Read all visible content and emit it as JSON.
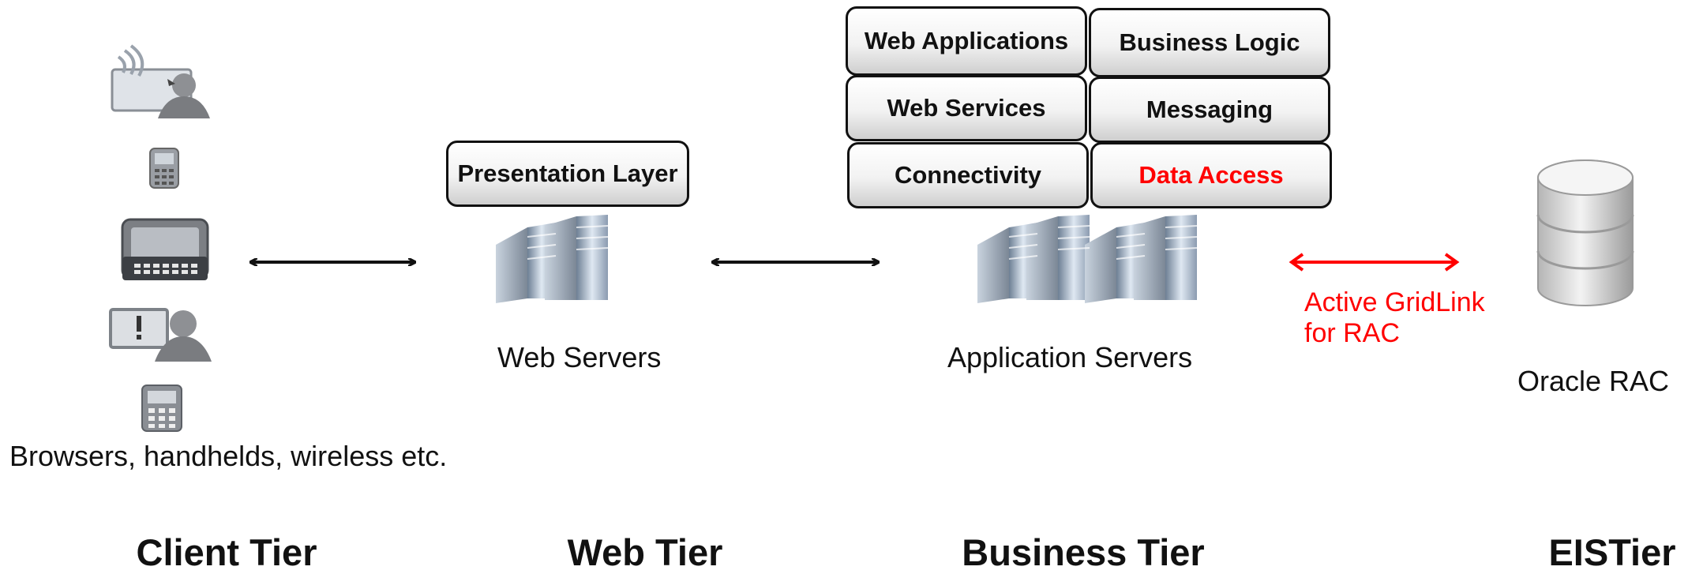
{
  "client": {
    "caption": "Browsers, handhelds, wireless etc.",
    "devices": [
      "wireless-user-icon",
      "cell-phone-icon",
      "handheld-device-icon",
      "desktop-user-icon",
      "pda-icon"
    ],
    "tier": "Client Tier"
  },
  "web": {
    "box": "Presentation Layer",
    "servers": "Web Servers",
    "tier": "Web Tier"
  },
  "business": {
    "boxes": [
      "Web Applications",
      "Business Logic",
      "Web Services",
      "Messaging",
      "Connectivity",
      "Data Access"
    ],
    "servers": "Application Servers",
    "tier": "Business Tier"
  },
  "eis": {
    "link": "Active GridLink for RAC",
    "db": "Oracle RAC",
    "tier": "EISTier"
  },
  "colors": {
    "text": "#111111",
    "accent": "#ff0000"
  }
}
